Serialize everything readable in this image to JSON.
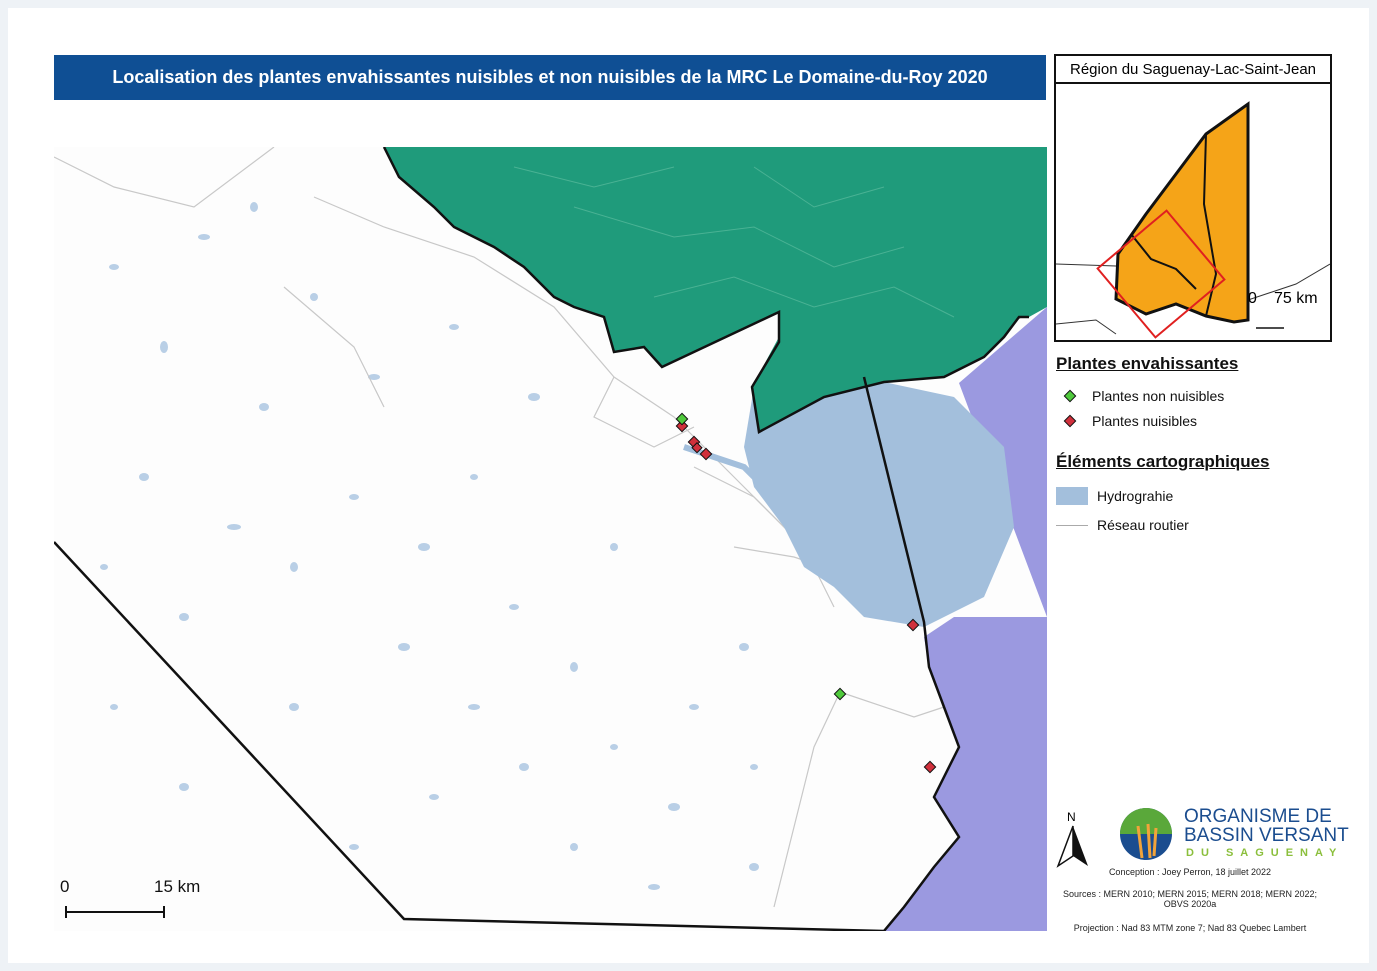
{
  "title": "Localisation des plantes envahissantes nuisibles et non nuisibles de la MRC Le Domaine-du-Roy 2020",
  "inset": {
    "title": "Région du Saguenay-Lac-Saint-Jean",
    "scale_zero": "0",
    "scale_label": "75 km"
  },
  "legend": {
    "plants_heading": "Plantes envahissantes",
    "non_nuisible_label": "Plantes non nuisibles",
    "nuisible_label": "Plantes nuisibles",
    "elements_heading": "Éléments cartographiques",
    "hydro_label": "Hydrograhie",
    "road_label": "Réseau routier"
  },
  "scale": {
    "zero": "0",
    "label": "15 km"
  },
  "north_arrow": "N",
  "logo": {
    "line1": "ORGANISME DE",
    "line2": "BASSIN VERSANT",
    "line3": "DU SAGUENAY"
  },
  "credits": {
    "conception": "Conception : Joey Perron, 18 juillet 2022",
    "sources": "Sources : MERN 2010; MERN 2015; MERN 2018; MERN 2022; OBVS 2020a",
    "projection": "Projection : Nad 83 MTM zone 7; Nad 83 Quebec Lambert"
  },
  "colors": {
    "title_bg": "#0f4f94",
    "protected_green": "#1f9b7b",
    "neighbour_purple": "#9b99e0",
    "water": "#a3bfdc",
    "region_orange": "#f5a418",
    "inset_frame_red": "#e02020",
    "marker_non_nuisible": "#4fc93c",
    "marker_nuisible": "#d0303c",
    "road": "#bdbdbd"
  },
  "markers": {
    "non_nuisible_count": 2,
    "nuisible_count": 6
  }
}
